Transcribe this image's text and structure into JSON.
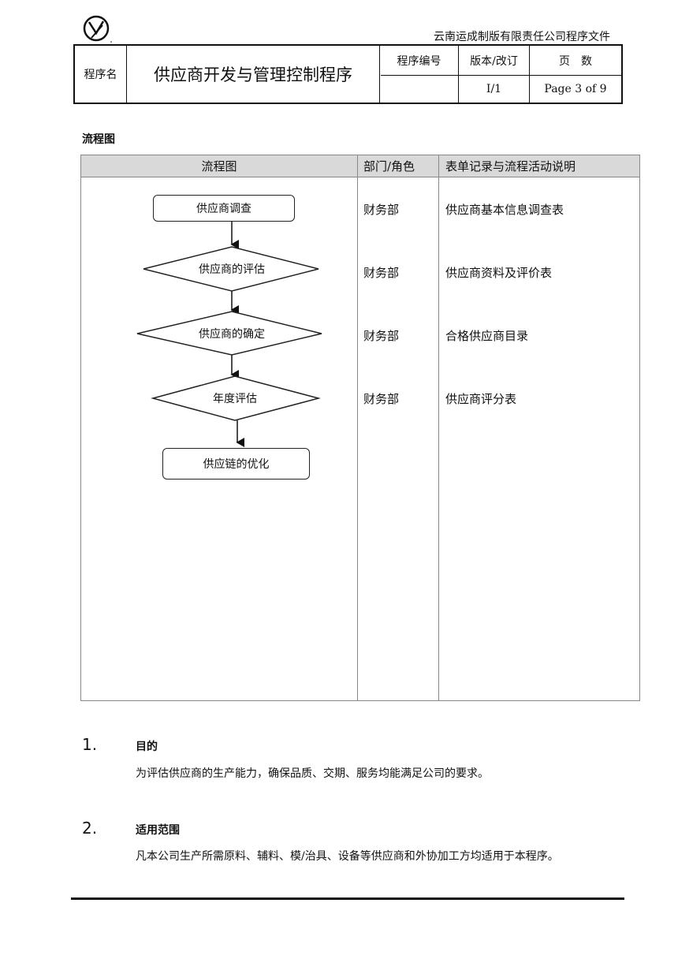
{
  "header": {
    "company": "云南运成制版有限责任公司程序文件",
    "program_name_label": "程序名",
    "program_title": "供应商开发与管理控制程序",
    "program_code_label": "程序编号",
    "program_code_value": "",
    "version_label": "版本/改订",
    "version_value": "Ⅰ/1",
    "page_label": "页　数",
    "page_value": "Page 3 of 9"
  },
  "flow_section": {
    "title": "流程图",
    "columns": [
      "流程图",
      "部门/角色",
      "表单记录与流程活动说明"
    ],
    "steps": [
      {
        "label": "供应商调查",
        "shape": "rounded-rect",
        "dept": "财务部",
        "record": "供应商基本信息调查表"
      },
      {
        "label": "供应商的评估",
        "shape": "diamond",
        "dept": "财务部",
        "record": "供应商资料及评价表"
      },
      {
        "label": "供应商的确定",
        "shape": "diamond",
        "dept": "财务部",
        "record": "合格供应商目录"
      },
      {
        "label": "年度评估",
        "shape": "diamond",
        "dept": "财务部",
        "record": "供应商评分表"
      },
      {
        "label": "供应链的优化",
        "shape": "rounded-rect",
        "dept": "",
        "record": ""
      }
    ]
  },
  "sections": [
    {
      "num": "1.",
      "title": "目的",
      "body": "为评估供应商的生产能力，确保品质、交期、服务均能满足公司的要求。"
    },
    {
      "num": "2.",
      "title": "适用范围",
      "body": "凡本公司生产所需原料、辅料、模/治具、设备等供应商和外协加工方均适用于本程序。"
    }
  ]
}
